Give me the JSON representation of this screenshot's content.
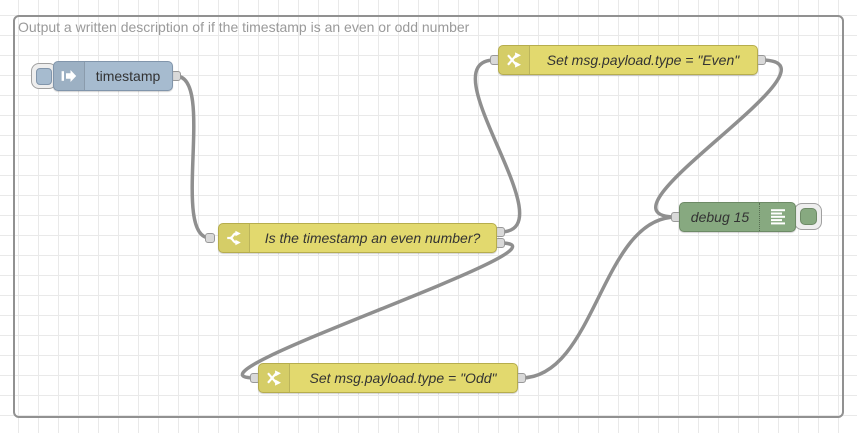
{
  "group": {
    "label": "Output a written description of if the timestamp is an even or odd number"
  },
  "nodes": {
    "inject": {
      "type": "inject",
      "label": "timestamp",
      "color": "#a6bbcf",
      "icon": "inject-arrow-icon",
      "has_button": true
    },
    "switch_node": {
      "type": "switch",
      "label": "Is the timestamp an even number?",
      "color": "#e2d96e",
      "icon": "fork-icon",
      "outputs": 2
    },
    "change_even": {
      "type": "change",
      "label": "Set msg.payload.type = \"Even\"",
      "color": "#e2d96e",
      "icon": "shuffle-icon"
    },
    "change_odd": {
      "type": "change",
      "label": "Set msg.payload.type = \"Odd\"",
      "color": "#e2d96e",
      "icon": "shuffle-icon"
    },
    "debug": {
      "type": "debug",
      "label": "debug 15",
      "color": "#87a980",
      "icon": "list-lines-icon",
      "has_button": true
    }
  },
  "wires": [
    {
      "from": "inject",
      "to": "switch_node"
    },
    {
      "from": "switch_node.output1",
      "to": "change_even"
    },
    {
      "from": "switch_node.output2",
      "to": "change_odd"
    },
    {
      "from": "change_even",
      "to": "debug"
    },
    {
      "from": "change_odd",
      "to": "debug"
    }
  ],
  "colors": {
    "wire": "#8f8f8f",
    "grid": "#e9e9e9",
    "group_border": "#919191",
    "group_label": "#9a9a9a",
    "node_label": "#333333",
    "port_fill": "#d9d9d9",
    "inject_fill": "#a6bbcf",
    "function_fill": "#e2d96e",
    "debug_fill": "#87a980"
  }
}
